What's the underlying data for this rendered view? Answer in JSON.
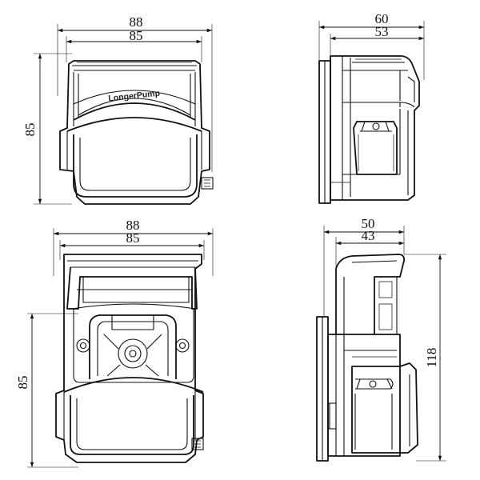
{
  "brand": "LongerPump",
  "views": {
    "top_front": {
      "width_outer": "88",
      "width_inner": "85",
      "height": "85"
    },
    "top_side": {
      "depth_outer": "60",
      "depth_inner": "53"
    },
    "bottom_front": {
      "width_outer": "88",
      "width_inner": "85",
      "height": "85"
    },
    "bottom_side": {
      "depth_outer": "50",
      "depth_inner": "43",
      "height": "118"
    }
  }
}
